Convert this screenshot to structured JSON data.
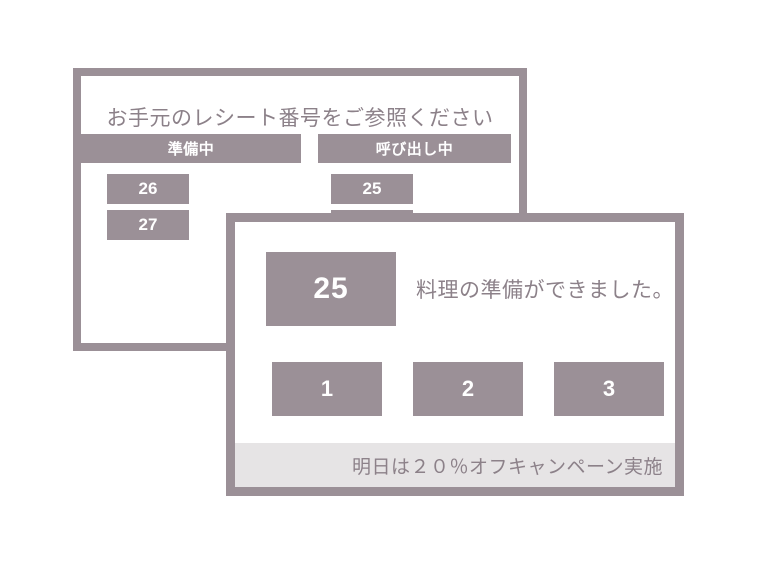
{
  "board": {
    "title": "お手元のレシート番号をご参照ください",
    "columns": [
      {
        "header": "準備中",
        "tickets": [
          "26",
          "27"
        ]
      },
      {
        "header": "呼び出し中",
        "tickets": [
          "25",
          ""
        ]
      }
    ]
  },
  "notification": {
    "ticket_number": "25",
    "message": "料理の準備ができました。",
    "actions": [
      "1",
      "2",
      "3"
    ],
    "promo": "明日は２０％オフキャンペーン実施"
  },
  "colors": {
    "accent": "#9b9097",
    "text": "#8c8189",
    "banner_bg": "#e6e4e5",
    "panel_bg": "#ffffff",
    "on_accent": "#ffffff"
  }
}
